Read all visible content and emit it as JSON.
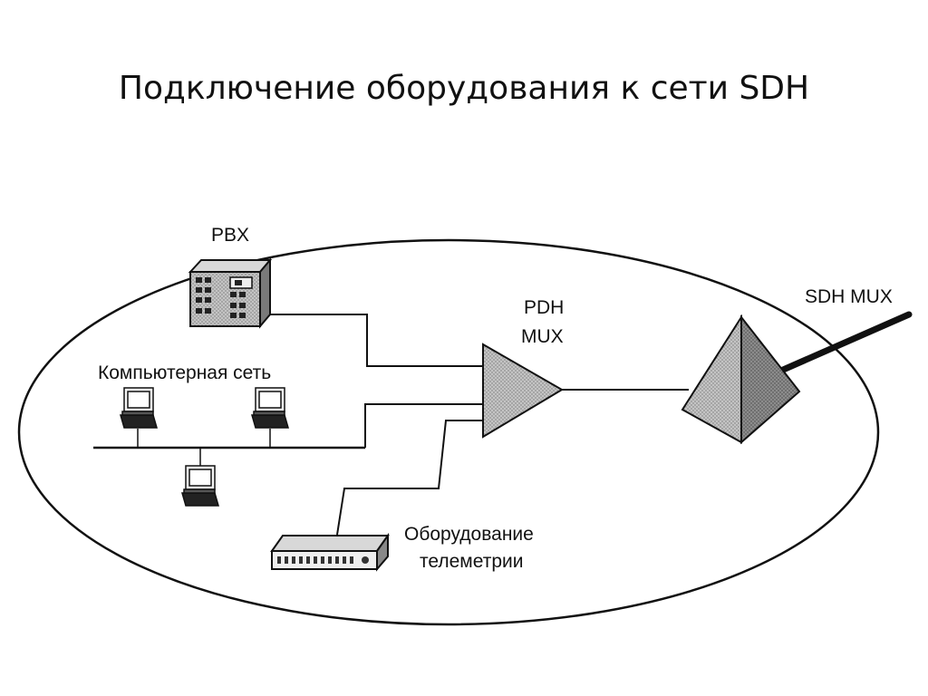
{
  "slide": {
    "title": "Подключение оборудования к сети SDH"
  },
  "diagram": {
    "labels": {
      "pbx": "PBX",
      "pdh_mux_line1": "PDH",
      "pdh_mux_line2": "MUX",
      "sdh_mux": "SDH MUX",
      "computer_network": "Компьютерная сеть",
      "telemetry_line1": "Оборудование",
      "telemetry_line2": "телеметрии"
    },
    "icons": [
      "pbx-icon",
      "computer-icon",
      "telemetry-device-icon",
      "pdh-mux-icon",
      "sdh-mux-pyramid-icon"
    ],
    "colors": {
      "stroke": "#111111",
      "fill_light": "#bdbdbd",
      "fill_mid": "#9a9a9a",
      "fill_dark": "#6f6f6f",
      "background": "#ffffff"
    }
  }
}
